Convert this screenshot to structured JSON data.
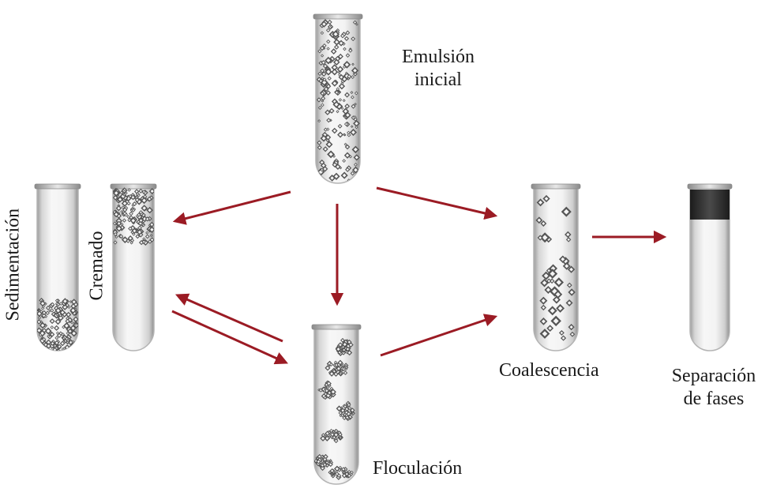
{
  "labels": {
    "initial_line1": "Emulsión",
    "initial_line2": "inicial",
    "sedimentation": "Sedimentación",
    "creaming": "Cremado",
    "flocculation": "Floculación",
    "coalescence": "Coalescencia",
    "separation_line1": "Separación",
    "separation_line2": "de fases"
  },
  "colors": {
    "arrow": "#9b1b24",
    "glass": "#b4b4b4",
    "droplet": "#555555",
    "dark_layer": "#2a2a2a"
  }
}
